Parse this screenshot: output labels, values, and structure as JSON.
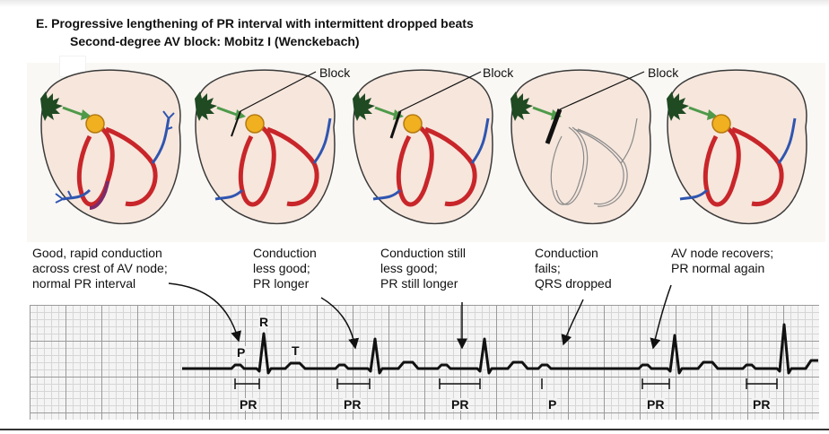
{
  "figure": {
    "title": "E. Progressive lengthening of PR interval with intermittent dropped beats",
    "subtitle": "Second-degree AV block: Mobitz I (Wenckebach)"
  },
  "hearts": [
    {
      "block_label": ""
    },
    {
      "block_label": "Block"
    },
    {
      "block_label": "Block"
    },
    {
      "block_label": "Block"
    },
    {
      "block_label": ""
    }
  ],
  "captions": [
    {
      "lines": [
        "Good, rapid conduction",
        "across crest of AV node;",
        "normal PR interval"
      ]
    },
    {
      "lines": [
        "Conduction",
        "less good;",
        "PR longer"
      ]
    },
    {
      "lines": [
        "Conduction still",
        "less good;",
        "PR still longer"
      ]
    },
    {
      "lines": [
        "Conduction",
        "fails;",
        "QRS dropped"
      ]
    },
    {
      "lines": [
        "AV node recovers;",
        "PR normal again"
      ]
    }
  ],
  "ecg": {
    "wave_labels": {
      "p": "P",
      "r": "R",
      "t": "T"
    },
    "pr_labels": [
      "PR",
      "PR",
      "PR",
      "P",
      "PR",
      "PR"
    ]
  },
  "colors": {
    "conduction_red": "#c8262a",
    "conduction_blue": "#2f55b0",
    "node_yellow": "#f0b020",
    "sa_node_green": "#1f4a22",
    "arrow_green": "#4f9a4a",
    "heart_fill": "#f6e6dc"
  }
}
